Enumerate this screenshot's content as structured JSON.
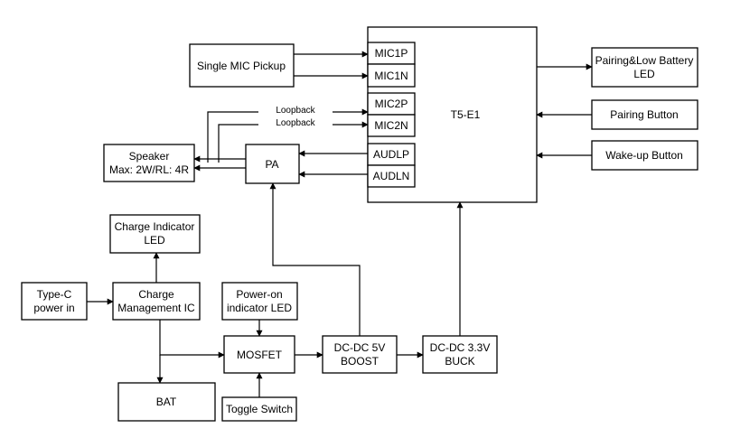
{
  "blocks": {
    "t5e1": "T5-E1",
    "mic1p": "MIC1P",
    "mic1n": "MIC1N",
    "mic2p": "MIC2P",
    "mic2n": "MIC2N",
    "audlp": "AUDLP",
    "audln": "AUDLN",
    "single_mic": "Single MIC Pickup",
    "pairing_led_line1": "Pairing&Low Battery",
    "pairing_led_line2": "LED",
    "pairing_button": "Pairing Button",
    "wakeup_button": "Wake-up Button",
    "speaker_line1": "Speaker",
    "speaker_line2": "Max: 2W/RL: 4R",
    "pa": "PA",
    "charge_led_line1": "Charge Indicator",
    "charge_led_line2": "LED",
    "typec_line1": "Type-C",
    "typec_line2": "power in",
    "charge_ic_line1": "Charge",
    "charge_ic_line2": "Management IC",
    "poweron_led_line1": "Power-on",
    "poweron_led_line2": "indicator LED",
    "mosfet": "MOSFET",
    "boost_line1": "DC-DC 5V",
    "boost_line2": "BOOST",
    "buck_line1": "DC-DC 3.3V",
    "buck_line2": "BUCK",
    "bat": "BAT",
    "toggle_switch": "Toggle Switch"
  },
  "connections": {
    "loopback_1": "Loopback",
    "loopback_2": "Loopback"
  }
}
